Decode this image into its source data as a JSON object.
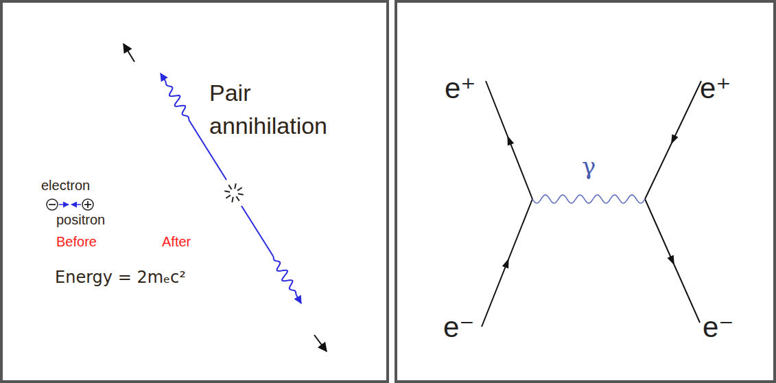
{
  "diagram": {
    "labels": [
      "Pair annihilation",
      "electron",
      "positron",
      "Before",
      "After",
      "Energy = 2mₑc²",
      "e⁺",
      "γ",
      "e⁺",
      "e⁻",
      "e⁻"
    ]
  }
}
